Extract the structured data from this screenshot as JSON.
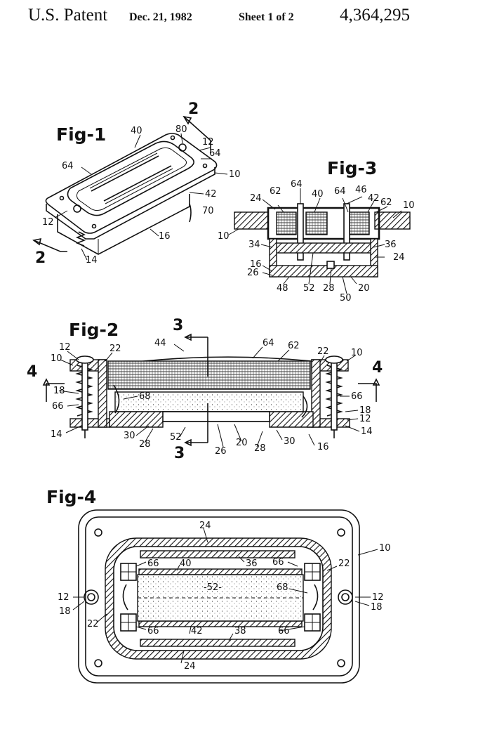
{
  "header": {
    "left": "U.S. Patent",
    "date": "Dec. 21, 1982",
    "sheet": "Sheet 1 of 2",
    "number": "4,364,295"
  },
  "figures": {
    "fig1": {
      "title": "Fig-1",
      "labels": {
        "r2a": "2",
        "r2b": "2",
        "r40": "40",
        "r80": "80",
        "r12a": "12",
        "r64a": "64",
        "r64b": "64",
        "r10": "10",
        "r42": "42",
        "r70": "70",
        "r12b": "12",
        "r16": "16",
        "r14": "14"
      }
    },
    "fig3": {
      "title": "Fig-3",
      "labels": {
        "r62a": "62",
        "r64a": "64",
        "r40": "40",
        "r64b": "64",
        "r46": "46",
        "r42": "42",
        "r62b": "62",
        "r10a": "10",
        "r24a": "24",
        "r10b": "10",
        "r34": "34",
        "r36": "36",
        "r16": "16",
        "r24b": "24",
        "r26": "26",
        "r48": "48",
        "r52": "52",
        "r28": "28",
        "r20": "20",
        "r50": "50"
      }
    },
    "fig2": {
      "title": "Fig-2",
      "labels": {
        "s3a": "3",
        "s3b": "3",
        "s4a": "4",
        "s4b": "4",
        "r44": "44",
        "r64": "64",
        "r62": "62",
        "r12": "12",
        "r22a": "22",
        "r22b": "22",
        "r10a": "10",
        "r10b": "10",
        "r18a": "18",
        "r68": "68",
        "r66a": "66",
        "r66b": "66",
        "r18b": "18",
        "r12b": "12",
        "r14a": "14",
        "r14b": "14",
        "r30a": "30",
        "r28a": "28",
        "r52": "52",
        "r26": "26",
        "r20": "20",
        "r28b": "28",
        "r30b": "30",
        "r16": "16"
      }
    },
    "fig4": {
      "title": "Fig-4",
      "labels": {
        "r24a": "24",
        "r10": "10",
        "r66a": "66",
        "r40": "40",
        "r36": "36",
        "r66b": "66",
        "r22a": "22",
        "r52": "-52-",
        "r68": "68",
        "r12a": "12",
        "r12b": "12",
        "r18a": "18",
        "r18b": "18",
        "r22b": "22",
        "r66c": "66",
        "r42": "42",
        "r38": "38",
        "r66d": "66",
        "r24b": "24"
      }
    }
  }
}
